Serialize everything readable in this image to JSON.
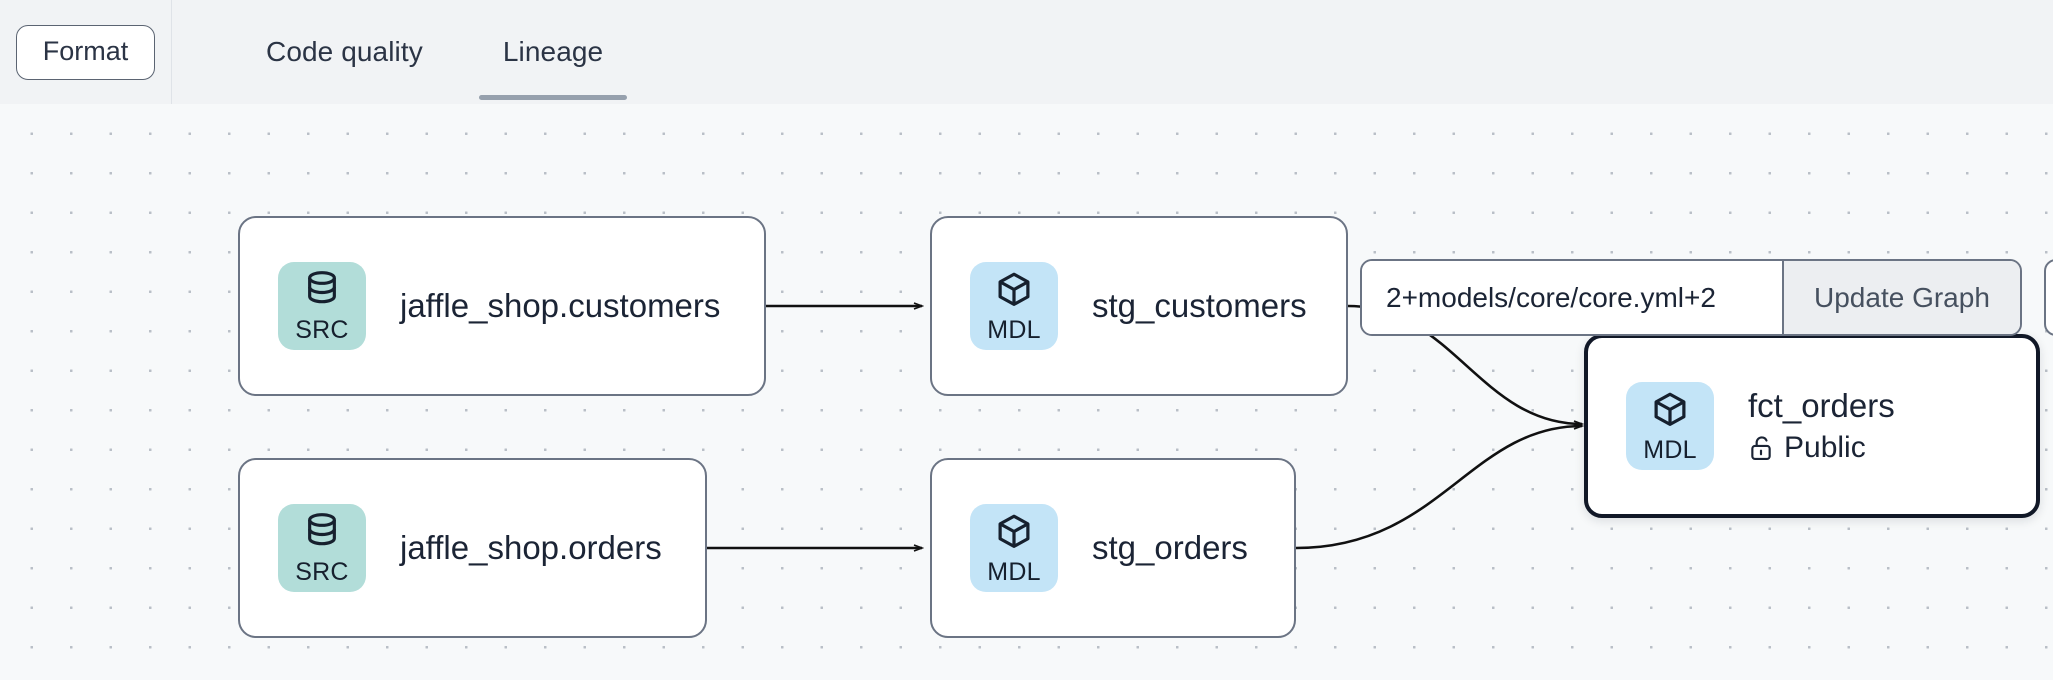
{
  "toolbar": {
    "format_button": "Format",
    "tabs": [
      {
        "label": "Code quality",
        "active": false
      },
      {
        "label": "Lineage",
        "active": true
      }
    ]
  },
  "graph_controls": {
    "selector_value": "2+models/core/core.yml+2",
    "selector_placeholder": "2+models/core/core.yml+2",
    "update_button": "Update Graph"
  },
  "lineage": {
    "nodes": [
      {
        "id": "jaffle_shop_customers",
        "badge_type": "SRC",
        "badge_icon": "database-icon",
        "title": "jaffle_shop.customers",
        "subtitle": null,
        "selected": false
      },
      {
        "id": "stg_customers",
        "badge_type": "MDL",
        "badge_icon": "cube-icon",
        "title": "stg_customers",
        "subtitle": null,
        "selected": false
      },
      {
        "id": "jaffle_shop_orders",
        "badge_type": "SRC",
        "badge_icon": "database-icon",
        "title": "jaffle_shop.orders",
        "subtitle": null,
        "selected": false
      },
      {
        "id": "stg_orders",
        "badge_type": "MDL",
        "badge_icon": "cube-icon",
        "title": "stg_orders",
        "subtitle": null,
        "selected": false
      },
      {
        "id": "fct_orders",
        "badge_type": "MDL",
        "badge_icon": "cube-icon",
        "title": "fct_orders",
        "subtitle": "Public",
        "subtitle_icon": "unlock-icon",
        "selected": true
      }
    ],
    "edges": [
      {
        "from": "jaffle_shop_customers",
        "to": "stg_customers"
      },
      {
        "from": "jaffle_shop_orders",
        "to": "stg_orders"
      },
      {
        "from": "stg_customers",
        "to": "fct_orders"
      },
      {
        "from": "stg_orders",
        "to": "fct_orders"
      }
    ]
  },
  "colors": {
    "toolbar_bg": "#f1f3f5",
    "canvas_bg": "#f7f9fa",
    "node_border": "#6b7484",
    "node_border_selected": "#111827",
    "badge_src": "#b2ddd9",
    "badge_mdl": "#c3e4f7",
    "tab_underline": "#96a0ad",
    "edge": "#111111",
    "text": "#1b2435"
  }
}
